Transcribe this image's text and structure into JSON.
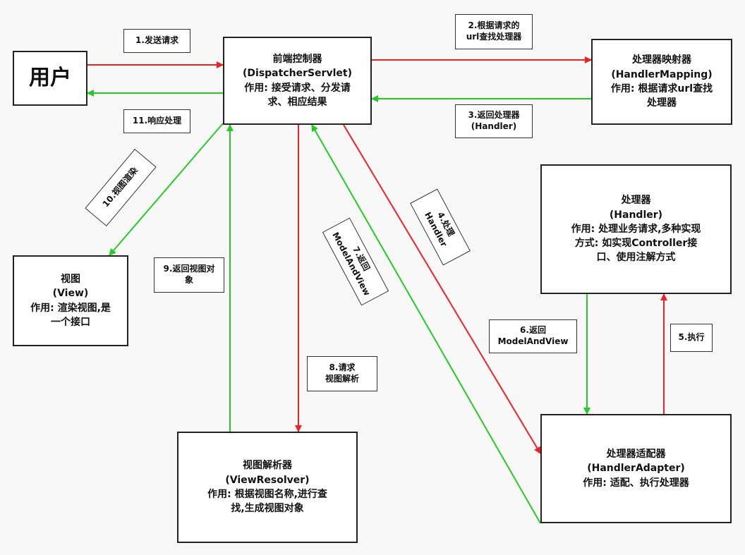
{
  "colors": {
    "request": "#ee2222",
    "response": "#22cc22",
    "border": "#222222"
  },
  "boxes": {
    "user": {
      "lines": [
        "用户"
      ]
    },
    "front_controller": {
      "lines": [
        "前端控制器",
        "(DispatcherServlet)",
        "作用: 接受请求、分发请",
        "求、相应结果"
      ]
    },
    "handler_mapping": {
      "lines": [
        "处理器映射器",
        "(HandlerMapping)",
        "作用: 根据请求url查找",
        "处理器"
      ]
    },
    "handler": {
      "lines": [
        "处理器",
        "(Handler)",
        "作用: 处理业务请求,多种实现",
        "方式: 如实现Controller接",
        "口、使用注解方式"
      ]
    },
    "view": {
      "lines": [
        "视图",
        "(View)",
        "作用: 渲染视图,是",
        "一个接口"
      ]
    },
    "view_resolver": {
      "lines": [
        "视图解析器",
        "(ViewResolver)",
        "作用: 根据视图名称,进行查",
        "找,生成视图对象"
      ]
    },
    "handler_adapter": {
      "lines": [
        "处理器适配器",
        "(HandlerAdapter)",
        "作用: 适配、执行处理器"
      ]
    }
  },
  "labels": {
    "step1": {
      "lines": [
        "1.发送请求"
      ]
    },
    "step2": {
      "lines": [
        "2.根据请求的",
        "url查找处理器"
      ]
    },
    "step3": {
      "lines": [
        "3.返回处理器",
        "(Handler)"
      ]
    },
    "step4": {
      "lines": [
        "4.处理",
        "Handler"
      ]
    },
    "step5": {
      "lines": [
        "5.执行"
      ]
    },
    "step6": {
      "lines": [
        "6.返回",
        "ModelAndView"
      ]
    },
    "step7": {
      "lines": [
        "7.返回",
        "ModelAndView"
      ]
    },
    "step8": {
      "lines": [
        "8.请求",
        "视图解析"
      ]
    },
    "step9": {
      "lines": [
        "9.返回视图对",
        "象"
      ]
    },
    "step10": {
      "lines": [
        "10.视图渲染"
      ]
    },
    "step11": {
      "lines": [
        "11.响应处理"
      ]
    }
  }
}
